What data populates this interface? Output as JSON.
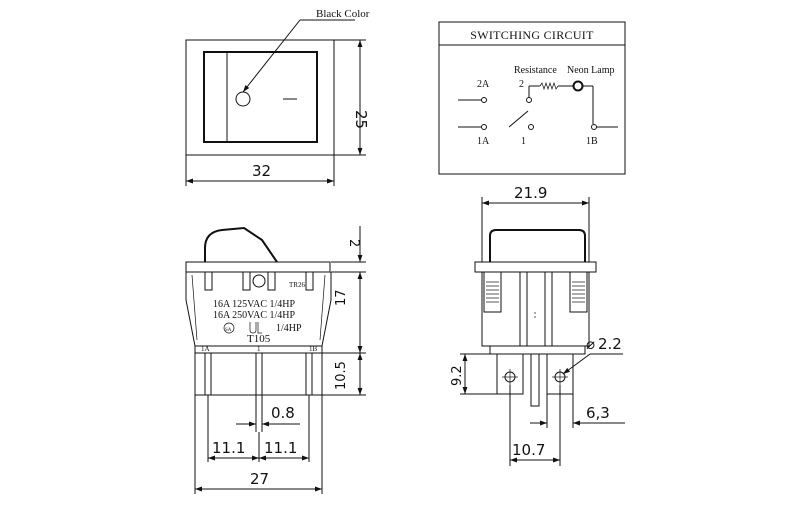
{
  "top_view": {
    "callout": "Black Color",
    "dim_width": "32",
    "dim_height": "25"
  },
  "switching_circuit": {
    "title": "SWITCHING CIRCUIT",
    "resistance": "Resistance",
    "neon_lamp": "Neon Lamp",
    "term_2a": "2A",
    "term_2": "2",
    "term_1a": "1A",
    "term_1": "1",
    "term_1b": "1B"
  },
  "side_view": {
    "rating_1": "16A 125VAC 1/4HP",
    "rating_2": "16A 250VAC 1/4HP",
    "rating_3": "1/4HP",
    "model": "T105",
    "code": "TR26",
    "pin_1a": "1A",
    "pin_1": "1",
    "pin_1b": "1B",
    "dim_2": "2",
    "dim_17": "17",
    "dim_10_5": "10.5",
    "dim_0_8": "0.8",
    "dim_11_1_left": "11.1",
    "dim_11_1_right": "11.1",
    "dim_27": "27"
  },
  "front_view": {
    "dim_21_9": "21.9",
    "dim_2_2": "2.2",
    "dim_9_2": "9.2",
    "dim_6_3": "6,3",
    "dim_10_7": "10.7"
  }
}
